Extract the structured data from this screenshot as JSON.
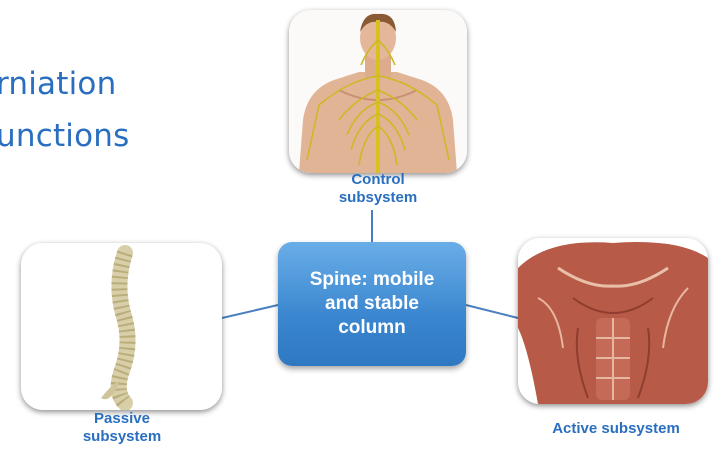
{
  "slide": {
    "title_line1": "rniation",
    "title_line2": "unctions"
  },
  "diagram": {
    "center": "Spine: mobile and stable column",
    "nodes": [
      {
        "id": "control",
        "label": "Control subsystem",
        "icon": "nervous-system-figure"
      },
      {
        "id": "passive",
        "label": "Passive subsystem",
        "icon": "spinal-column-figure"
      },
      {
        "id": "active",
        "label": "Active subsystem",
        "icon": "torso-muscles-figure"
      }
    ]
  },
  "colors": {
    "accent": "#2a6fbf",
    "center_fill": "#3a86cf",
    "connector": "#4a7fbf"
  }
}
